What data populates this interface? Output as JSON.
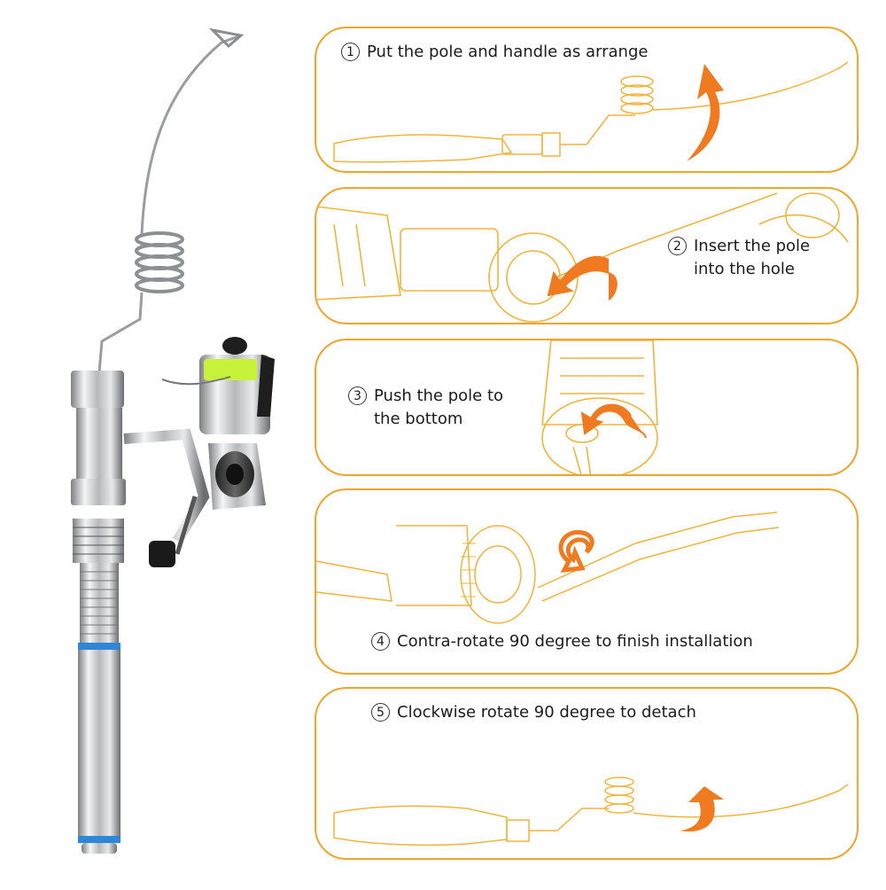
{
  "colors": {
    "accent": "#f0a52a",
    "arrow": "#f07a1f",
    "sketch": "#f2b33a",
    "text": "#1b1b1b"
  },
  "product": {
    "name": "telescopic-pen-fishing-rod-with-spinning-reel"
  },
  "steps": [
    {
      "num": "1",
      "text": "Put the pole and handle as arrange"
    },
    {
      "num": "2",
      "line1": "Insert the pole",
      "line2": "into the hole"
    },
    {
      "num": "3",
      "line1": "Push the pole to",
      "line2": "the bottom"
    },
    {
      "num": "4",
      "text": "Contra-rotate 90 degree to finish installation"
    },
    {
      "num": "5",
      "text": "Clockwise rotate 90 degree to detach"
    }
  ]
}
